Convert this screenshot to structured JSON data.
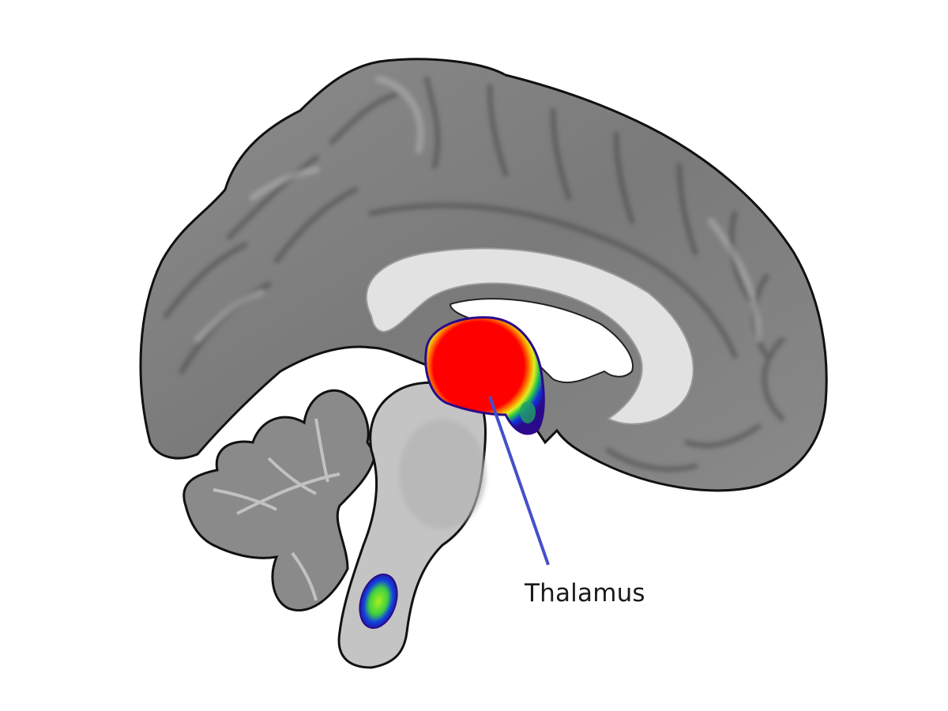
{
  "figure": {
    "view": "mid-sagittal brain MRI slice",
    "background_color": "#ffffff",
    "tissue_colors": {
      "dark_gray": "#5a5a5a",
      "mid_gray": "#8a8a8a",
      "light_gray": "#c8c8c8",
      "white_matter": "#e6e6e6",
      "outline": "#111111"
    }
  },
  "overlays": [
    {
      "name": "thalamus-activation",
      "colormap": [
        "#2a0a8a",
        "#1030e0",
        "#18c050",
        "#d8f020",
        "#ff9000",
        "#ff0000"
      ],
      "peak_color": "#ff0000"
    },
    {
      "name": "brainstem-activation",
      "colormap": [
        "#2a0a8a",
        "#1030e0",
        "#30d040",
        "#a8f020"
      ],
      "peak_color": "#a8f020"
    }
  ],
  "annotation": {
    "label": "Thalamus",
    "line_color": "#4450c8"
  }
}
